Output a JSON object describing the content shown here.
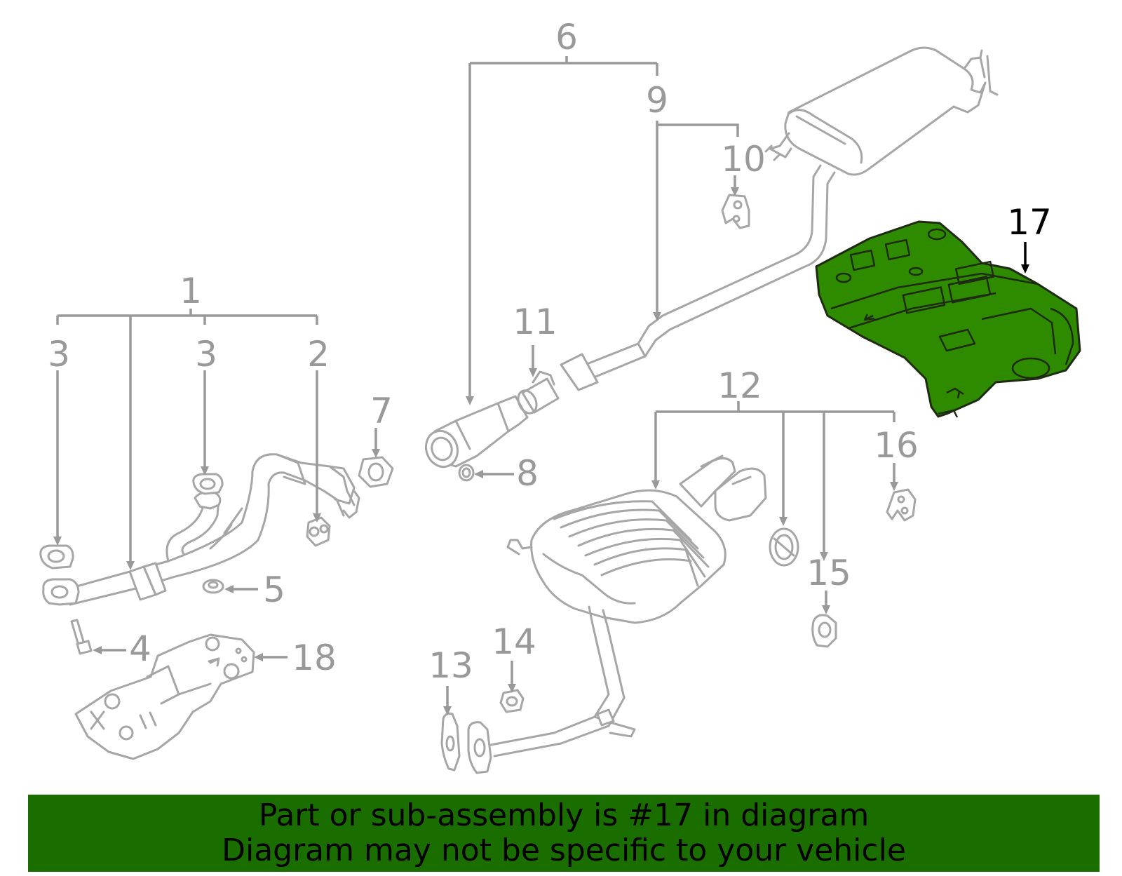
{
  "callouts": {
    "c1": "1",
    "c2": "2",
    "c3a": "3",
    "c3b": "3",
    "c4": "4",
    "c5": "5",
    "c6": "6",
    "c7": "7",
    "c8": "8",
    "c9": "9",
    "c10": "10",
    "c11": "11",
    "c12": "12",
    "c13": "13",
    "c14": "14",
    "c15": "15",
    "c16": "16",
    "c17": "17",
    "c18": "18"
  },
  "highlighted_part": "17",
  "highlight_color": "#2e8b00",
  "banner": {
    "line1": "Part or sub-assembly is #17 in diagram",
    "line2": "Diagram may not be specific to your vehicle",
    "background": "#1a6e00"
  }
}
